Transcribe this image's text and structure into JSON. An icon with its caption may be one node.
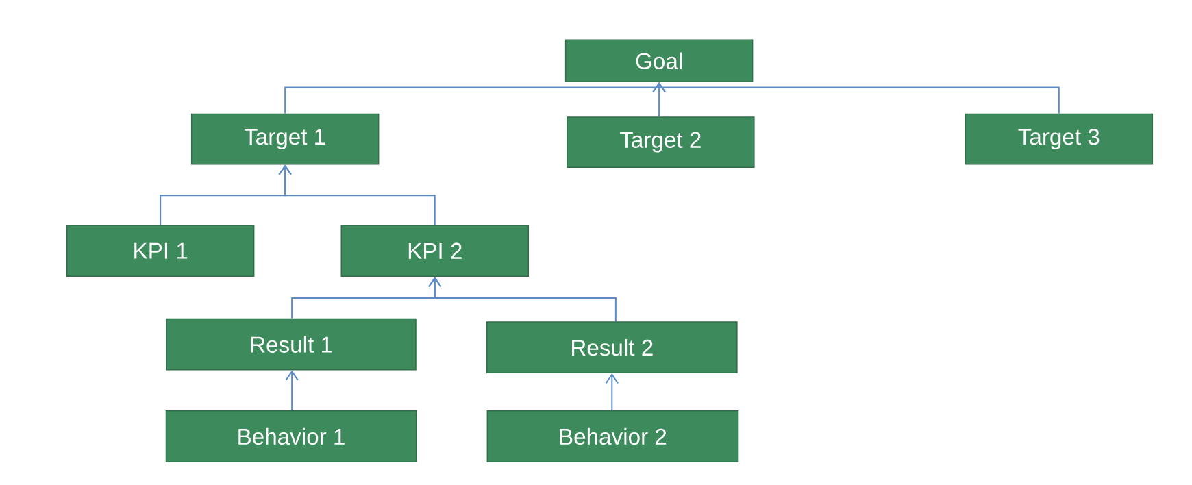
{
  "diagram": {
    "nodes": [
      {
        "text": [
          "Goal"
        ]
      },
      {
        "text": [
          "Target 1"
        ]
      },
      {
        "text": [
          "Target 2"
        ]
      },
      {
        "text": [
          "Target 3"
        ]
      },
      {
        "text": [
          "KPI 1"
        ]
      },
      {
        "text": [
          "KPI 2"
        ]
      },
      {
        "text": [
          "Result 1"
        ]
      },
      {
        "text": [
          "Result 2"
        ]
      },
      {
        "text": [
          "Behavior 1"
        ]
      },
      {
        "text": [
          "Behavior 2"
        ]
      }
    ],
    "edges": [
      {
        "from": 1,
        "to": 0,
        "arrow": "to"
      },
      {
        "from": 2,
        "to": 0,
        "arrow": "to"
      },
      {
        "from": 3,
        "to": 0,
        "arrow": "to"
      },
      {
        "from": 4,
        "to": 1,
        "arrow": "to"
      },
      {
        "from": 5,
        "to": 1,
        "arrow": "to"
      },
      {
        "from": 6,
        "to": 5,
        "arrow": "to"
      },
      {
        "from": 7,
        "to": 5,
        "arrow": "to"
      },
      {
        "from": 8,
        "to": 6,
        "arrow": "to"
      },
      {
        "from": 9,
        "to": 7,
        "arrow": "to"
      }
    ]
  }
}
